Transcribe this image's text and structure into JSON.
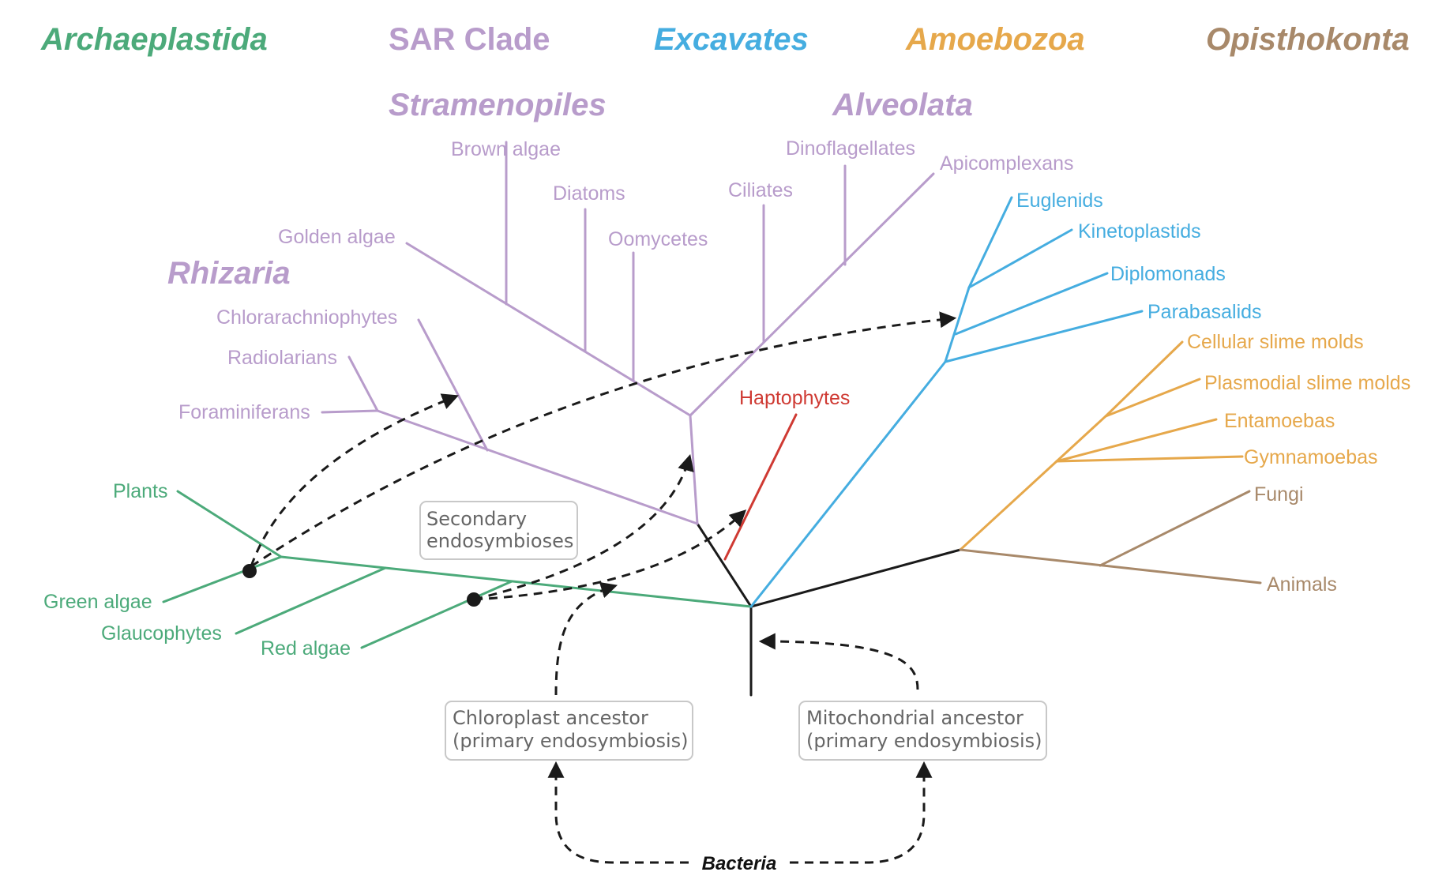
{
  "colors": {
    "archaeplastida": "#4caa7a",
    "sar": "#b89ccb",
    "excavates": "#45ade0",
    "amoebozoa": "#e6a84b",
    "opisthokonta": "#a8896a",
    "haptophytes": "#cf3a33",
    "root": "#1a1a1a",
    "box_text": "#666666"
  },
  "groups": {
    "archaeplastida": "Archaeplastida",
    "sar": "SAR Clade",
    "excavates": "Excavates",
    "amoebozoa": "Amoebozoa",
    "opisthokonta": "Opisthokonta"
  },
  "subgroups": {
    "stramenopiles": "Stramenopiles",
    "alveolata": "Alveolata",
    "rhizaria": "Rhizaria"
  },
  "taxa": {
    "brown_algae": "Brown algae",
    "diatoms": "Diatoms",
    "oomycetes": "Oomycetes",
    "golden_algae": "Golden algae",
    "ciliates": "Ciliates",
    "dinoflagellates": "Dinoflagellates",
    "apicomplexans": "Apicomplexans",
    "chlorarachniophytes": "Chlorarachniophytes",
    "radiolarians": "Radiolarians",
    "foraminiferans": "Foraminiferans",
    "haptophytes": "Haptophytes",
    "euglenids": "Euglenids",
    "kinetoplastids": "Kinetoplastids",
    "diplomonads": "Diplomonads",
    "parabasalids": "Parabasalids",
    "cellular_slime_molds": "Cellular slime molds",
    "plasmodial_slime_molds": "Plasmodial slime molds",
    "entamoebas": "Entamoebas",
    "gymnamoebas": "Gymnamoebas",
    "fungi": "Fungi",
    "animals": "Animals",
    "plants": "Plants",
    "green_algae": "Green algae",
    "glaucophytes": "Glaucophytes",
    "red_algae": "Red algae"
  },
  "boxes": {
    "secondary": [
      "Secondary",
      "endosymbioses"
    ],
    "chloroplast": [
      "Chloroplast ancestor",
      "(primary endosymbiosis)"
    ],
    "mitochondrial": [
      "Mitochondrial ancestor",
      "(primary endosymbiosis)"
    ]
  },
  "bacteria": "Bacteria"
}
